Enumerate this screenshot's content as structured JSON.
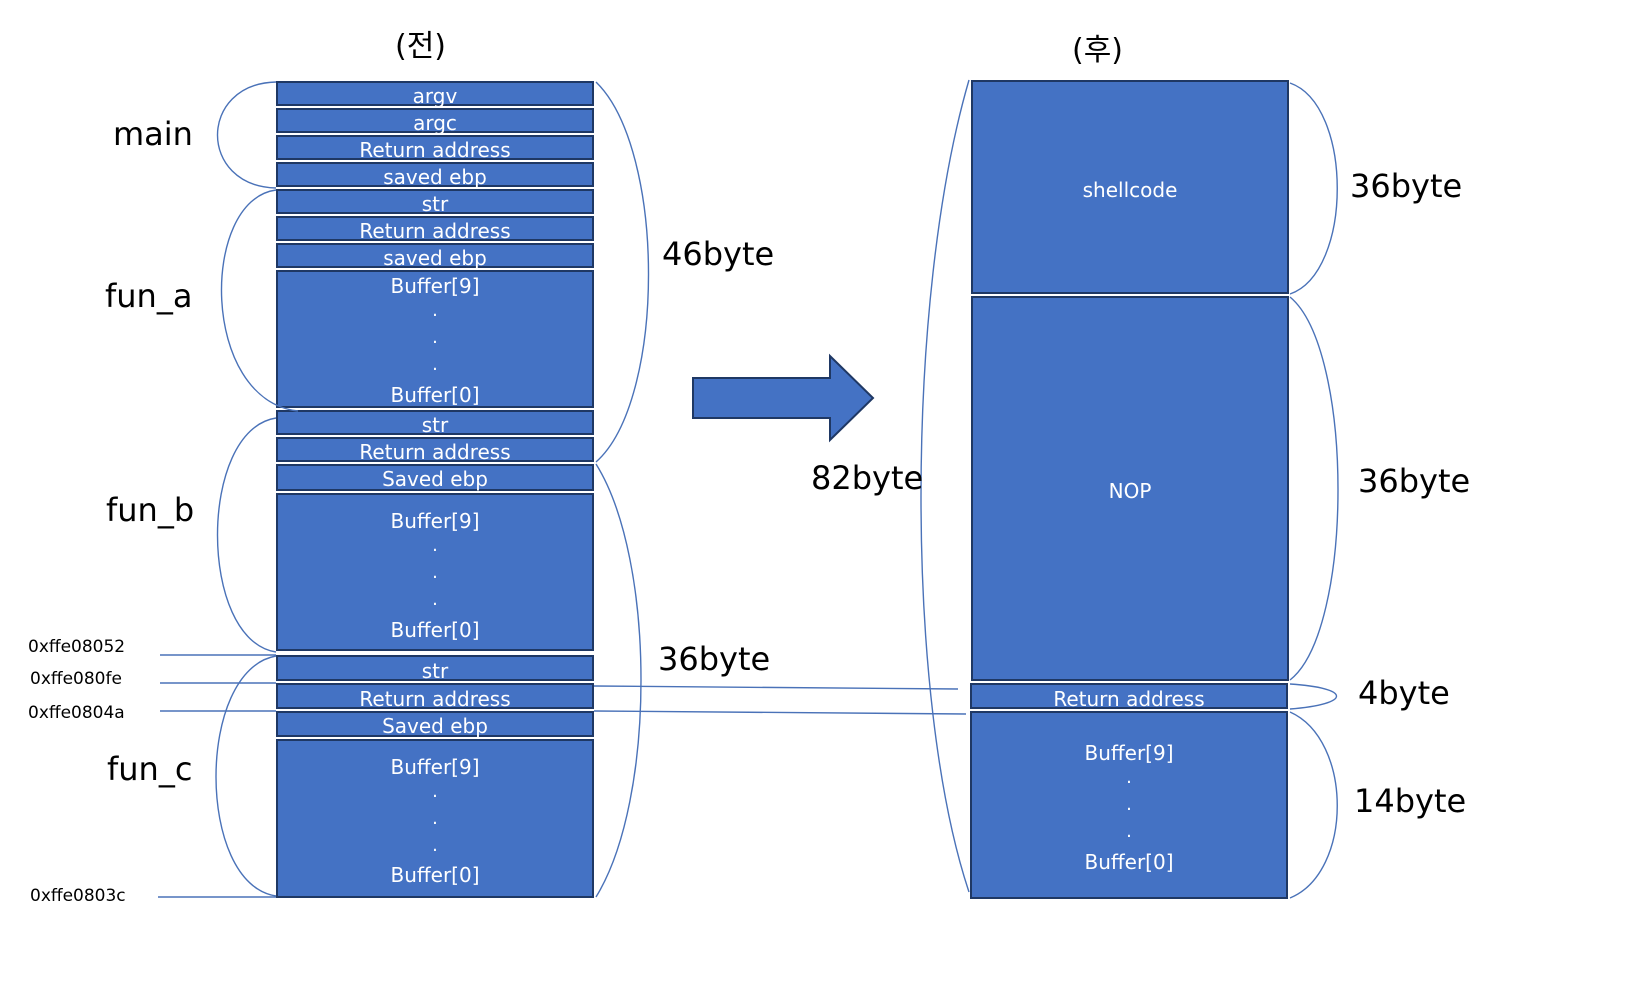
{
  "titles": {
    "before": "(전)",
    "after": "(후)"
  },
  "left_stack": {
    "argv": "argv",
    "argc": "argc",
    "main_ret": "Return address",
    "main_ebp": "saved ebp",
    "a_str": "str",
    "a_ret": "Return address",
    "a_ebp": "saved ebp",
    "a_buf_top": "Buffer[9]",
    "a_buf_bot": "Buffer[0]",
    "b_str": "str",
    "b_ret": "Return address",
    "b_ebp": "Saved ebp",
    "b_buf_top": "Buffer[9]",
    "b_buf_bot": "Buffer[0]",
    "c_str": "str",
    "c_ret": "Return address",
    "c_ebp": "Saved ebp",
    "c_buf_top": "Buffer[9]",
    "c_buf_bot": "Buffer[0]",
    "dot": "."
  },
  "functions": {
    "main": "main",
    "fun_a": "fun_a",
    "fun_b": "fun_b",
    "fun_c": "fun_c"
  },
  "addresses": {
    "a1": "0xffe08052",
    "a2": "0xffe080fe",
    "a3": "0xffe0804a",
    "a4": "0xffe0803c"
  },
  "sizes_left": {
    "top": "46byte",
    "bottom": "36byte",
    "total": "82byte"
  },
  "right_stack": {
    "shellcode": "shellcode",
    "nop": "NOP",
    "ret": "Return address",
    "buf_top": "Buffer[9]",
    "buf_bot": "Buffer[0]",
    "dot": "."
  },
  "sizes_right": {
    "shellcode": "36byte",
    "nop": "36byte",
    "ret": "4byte",
    "buf": "14byte"
  },
  "colors": {
    "block_fill": "#4472C4",
    "block_border": "#1F3864",
    "bracket": "#4A72B8"
  }
}
